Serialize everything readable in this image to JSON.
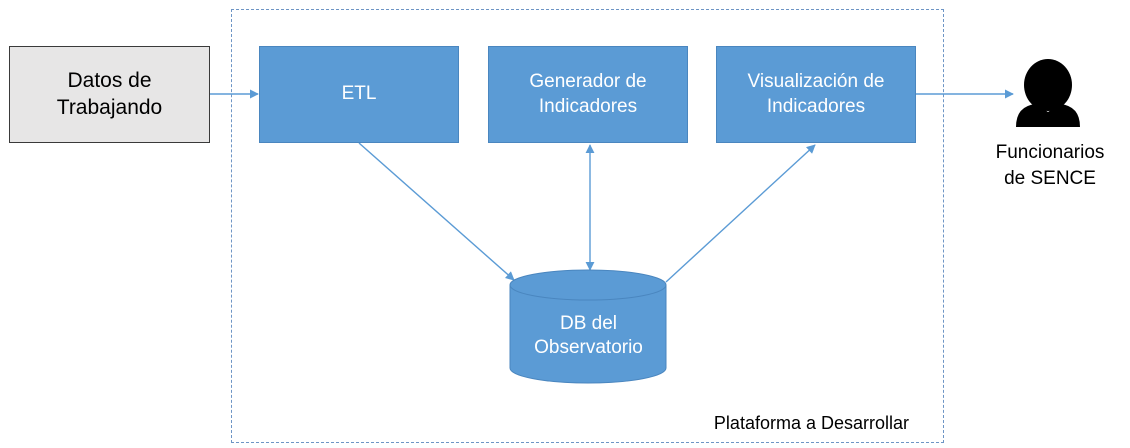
{
  "diagram": {
    "input": {
      "label": "Datos de\nTrabajando"
    },
    "etl": {
      "label": "ETL"
    },
    "generator": {
      "label": "Generador de\nIndicadores"
    },
    "visualization": {
      "label": "Visualización de\nIndicadores"
    },
    "database": {
      "label": "DB del\nObservatorio"
    },
    "user": {
      "label": "Funcionarios\nde SENCE",
      "icon": "person-icon"
    },
    "platform": {
      "label": "Plataforma a Desarrollar"
    },
    "colors": {
      "box_fill": "#5b9bd5",
      "arrow": "#5b9bd5",
      "input_fill": "#e7e6e6",
      "frame_border": "#6d95c5",
      "person": "#000000"
    }
  }
}
